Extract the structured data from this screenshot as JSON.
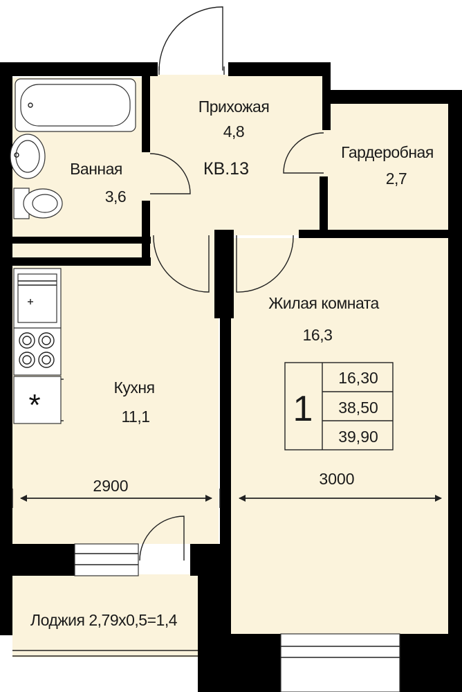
{
  "colors": {
    "floor": "#fbf3dc",
    "wall": "#000000",
    "line": "#222222"
  },
  "apartment": {
    "label": "КВ.13"
  },
  "rooms": {
    "hallway": {
      "name": "Прихожая",
      "area": "4,8"
    },
    "bathroom": {
      "name": "Ванная",
      "area": "3,6"
    },
    "wardrobe": {
      "name": "Гардеробная",
      "area": "2,7"
    },
    "living": {
      "name": "Жилая комната",
      "area": "16,3"
    },
    "kitchen": {
      "name": "Кухня",
      "area": "11,1"
    },
    "loggia": {
      "label": "Лоджия 2,79x0,5=1,4"
    }
  },
  "dimensions": {
    "kitchen_width": "2900",
    "living_width": "3000"
  },
  "summary": {
    "rooms_count": "1",
    "living_area": "16,30",
    "total_area": "38,50",
    "total_area_with_loggia": "39,90"
  },
  "icons": {
    "stove_mark": "*"
  }
}
